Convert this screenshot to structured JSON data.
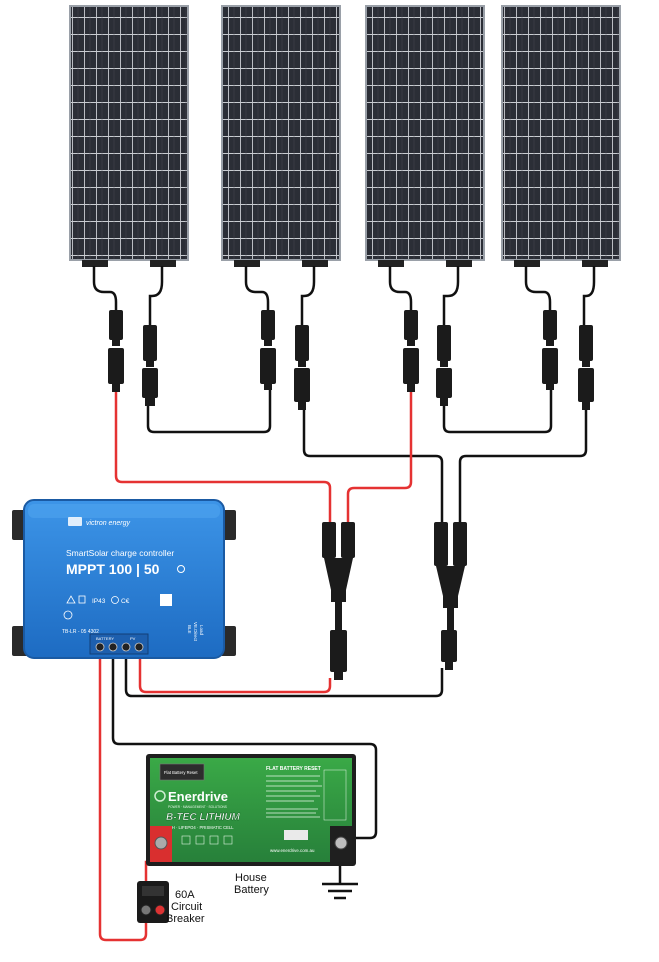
{
  "controller": {
    "brand": "victron energy",
    "product_line": "SmartSolar charge controller",
    "model": "MPPT 100 | 50",
    "codes": "IP43",
    "serial": "TB-LR - 05 4302",
    "terminal_battery_label": "BATTERY",
    "terminal_pv_label": "PV",
    "side_labels": [
      "BLE",
      "VE.Direct",
      "Load"
    ]
  },
  "battery": {
    "badge": "Flat Battery Reset",
    "brand": "Enerdrive",
    "brand_tagline": "POWER · MANAGEMENT · SOLUTIONS",
    "series": "B-TEC LITHIUM",
    "spec": "125AH · LIFEPO4 · PRISMATIC CELL",
    "notice_title": "FLAT BATTERY RESET",
    "website": "www.enerdrive.com.au",
    "caption_line1": "House",
    "caption_line2": "Battery"
  },
  "breaker": {
    "rating": "60A",
    "line2": "Circuit",
    "line3": "Breaker"
  },
  "colors": {
    "positive_wire": "#e53232",
    "negative_wire": "#111111",
    "controller_blue": "#2e7fd6",
    "battery_green": "#2f9a3c",
    "panel_cell": "#2b2e36"
  }
}
